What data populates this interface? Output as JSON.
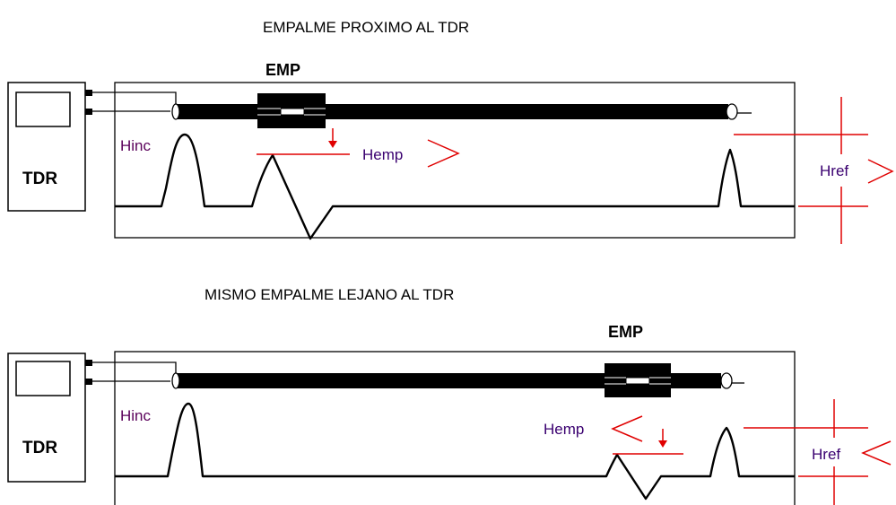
{
  "colors": {
    "line": "#000000",
    "annotation": "#e00000",
    "hinc_text": "#5a005a",
    "hemp_text": "#3a0070",
    "href_text": "#3a0070"
  },
  "top": {
    "title": "EMPALME PROXIMO AL TDR",
    "emp_label": "EMP",
    "tdr_label": "TDR",
    "hinc_label": "Hinc",
    "hemp_label": "Hemp",
    "href_label": "Href"
  },
  "bottom": {
    "title": "MISMO EMPALME LEJANO AL TDR",
    "emp_label": "EMP",
    "tdr_label": "TDR",
    "hinc_label": "Hinc",
    "hemp_label": "Hemp",
    "href_label": "Href"
  }
}
